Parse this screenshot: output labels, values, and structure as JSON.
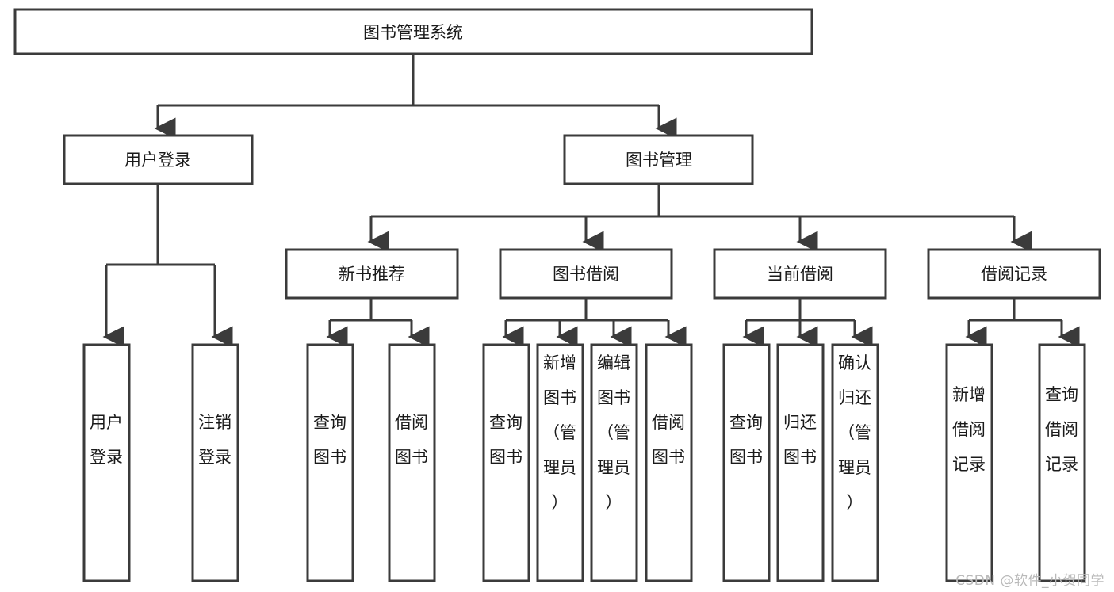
{
  "chart_data": {
    "type": "diagram",
    "diagram_kind": "tree-hierarchy-flowchart",
    "title": "图书管理系统",
    "orientation": "top-down",
    "colors": {
      "box_fill": "#ffffff",
      "box_stroke": "#3b3b3b",
      "text": "#1a1a1a",
      "background": "#ffffff",
      "watermark": "#b9b9b9"
    },
    "levels": [
      {
        "level": 1,
        "nodes": [
          "图书管理系统"
        ]
      },
      {
        "level": 2,
        "nodes": [
          "用户登录",
          "图书管理"
        ]
      },
      {
        "level": 3,
        "nodes": [
          "新书推荐",
          "图书借阅",
          "当前借阅",
          "借阅记录"
        ]
      },
      {
        "level": 4,
        "nodes": [
          "用户登录",
          "注销登录",
          "查询图书",
          "借阅图书",
          "查询图书",
          "新增图书（管理员）",
          "编辑图书（管理员）",
          "借阅图书",
          "查询图书",
          "归还图书",
          "确认归还（管理员）",
          "新增借阅记录",
          "查询借阅记录"
        ]
      }
    ],
    "edges": [
      {
        "from": "图书管理系统",
        "to": "用户登录"
      },
      {
        "from": "图书管理系统",
        "to": "图书管理"
      },
      {
        "from": "用户登录",
        "to": "用户登录"
      },
      {
        "from": "用户登录",
        "to": "注销登录"
      },
      {
        "from": "图书管理",
        "to": "新书推荐"
      },
      {
        "from": "图书管理",
        "to": "图书借阅"
      },
      {
        "from": "图书管理",
        "to": "当前借阅"
      },
      {
        "from": "图书管理",
        "to": "借阅记录"
      },
      {
        "from": "新书推荐",
        "to": "查询图书"
      },
      {
        "from": "新书推荐",
        "to": "借阅图书"
      },
      {
        "from": "图书借阅",
        "to": "查询图书"
      },
      {
        "from": "图书借阅",
        "to": "新增图书（管理员）"
      },
      {
        "from": "图书借阅",
        "to": "编辑图书（管理员）"
      },
      {
        "from": "图书借阅",
        "to": "借阅图书"
      },
      {
        "from": "当前借阅",
        "to": "查询图书"
      },
      {
        "from": "当前借阅",
        "to": "归还图书"
      },
      {
        "from": "当前借阅",
        "to": "确认归还（管理员）"
      },
      {
        "from": "借阅记录",
        "to": "新增借阅记录"
      },
      {
        "from": "借阅记录",
        "to": "查询借阅记录"
      }
    ]
  },
  "root": {
    "label": "图书管理系统"
  },
  "level2": {
    "user_login": "用户登录",
    "book_manage": "图书管理"
  },
  "level3": {
    "new_book_rec": "新书推荐",
    "book_borrow": "图书借阅",
    "current_borrow": "当前借阅",
    "borrow_record": "借阅记录"
  },
  "leaves": {
    "user_login": [
      "用户",
      "登录"
    ],
    "logout": [
      "注销",
      "登录"
    ],
    "nbr_query": [
      "查询",
      "图书"
    ],
    "nbr_borrow": [
      "借阅",
      "图书"
    ],
    "bb_query": [
      "查询",
      "图书"
    ],
    "bb_add": [
      "新增",
      "图书",
      "（管",
      "理员",
      "）"
    ],
    "bb_edit": [
      "编辑",
      "图书",
      "（管",
      "理员",
      "）"
    ],
    "bb_borrow": [
      "借阅",
      "图书"
    ],
    "cb_query": [
      "查询",
      "图书"
    ],
    "cb_return": [
      "归还",
      "图书"
    ],
    "cb_confirm": [
      "确认",
      "归还",
      "（管",
      "理员",
      "）"
    ],
    "br_add": [
      "新增",
      "借阅",
      "记录"
    ],
    "br_query": [
      "查询",
      "借阅",
      "记录"
    ]
  },
  "leaves_text": {
    "user_login": "用户登录",
    "logout": "注销登录",
    "nbr_query": "查询图书",
    "nbr_borrow": "借阅图书",
    "bb_query": "查询图书",
    "bb_add": "新增图书（管理员）",
    "bb_edit": "编辑图书（管理员）",
    "bb_borrow": "借阅图书",
    "cb_query": "查询图书",
    "cb_return": "归还图书",
    "cb_confirm": "确认归还（管理员）",
    "br_add": "新增借阅记录",
    "br_query": "查询借阅记录"
  },
  "watermark": {
    "text": "CSDN @软件_小贺同学"
  }
}
